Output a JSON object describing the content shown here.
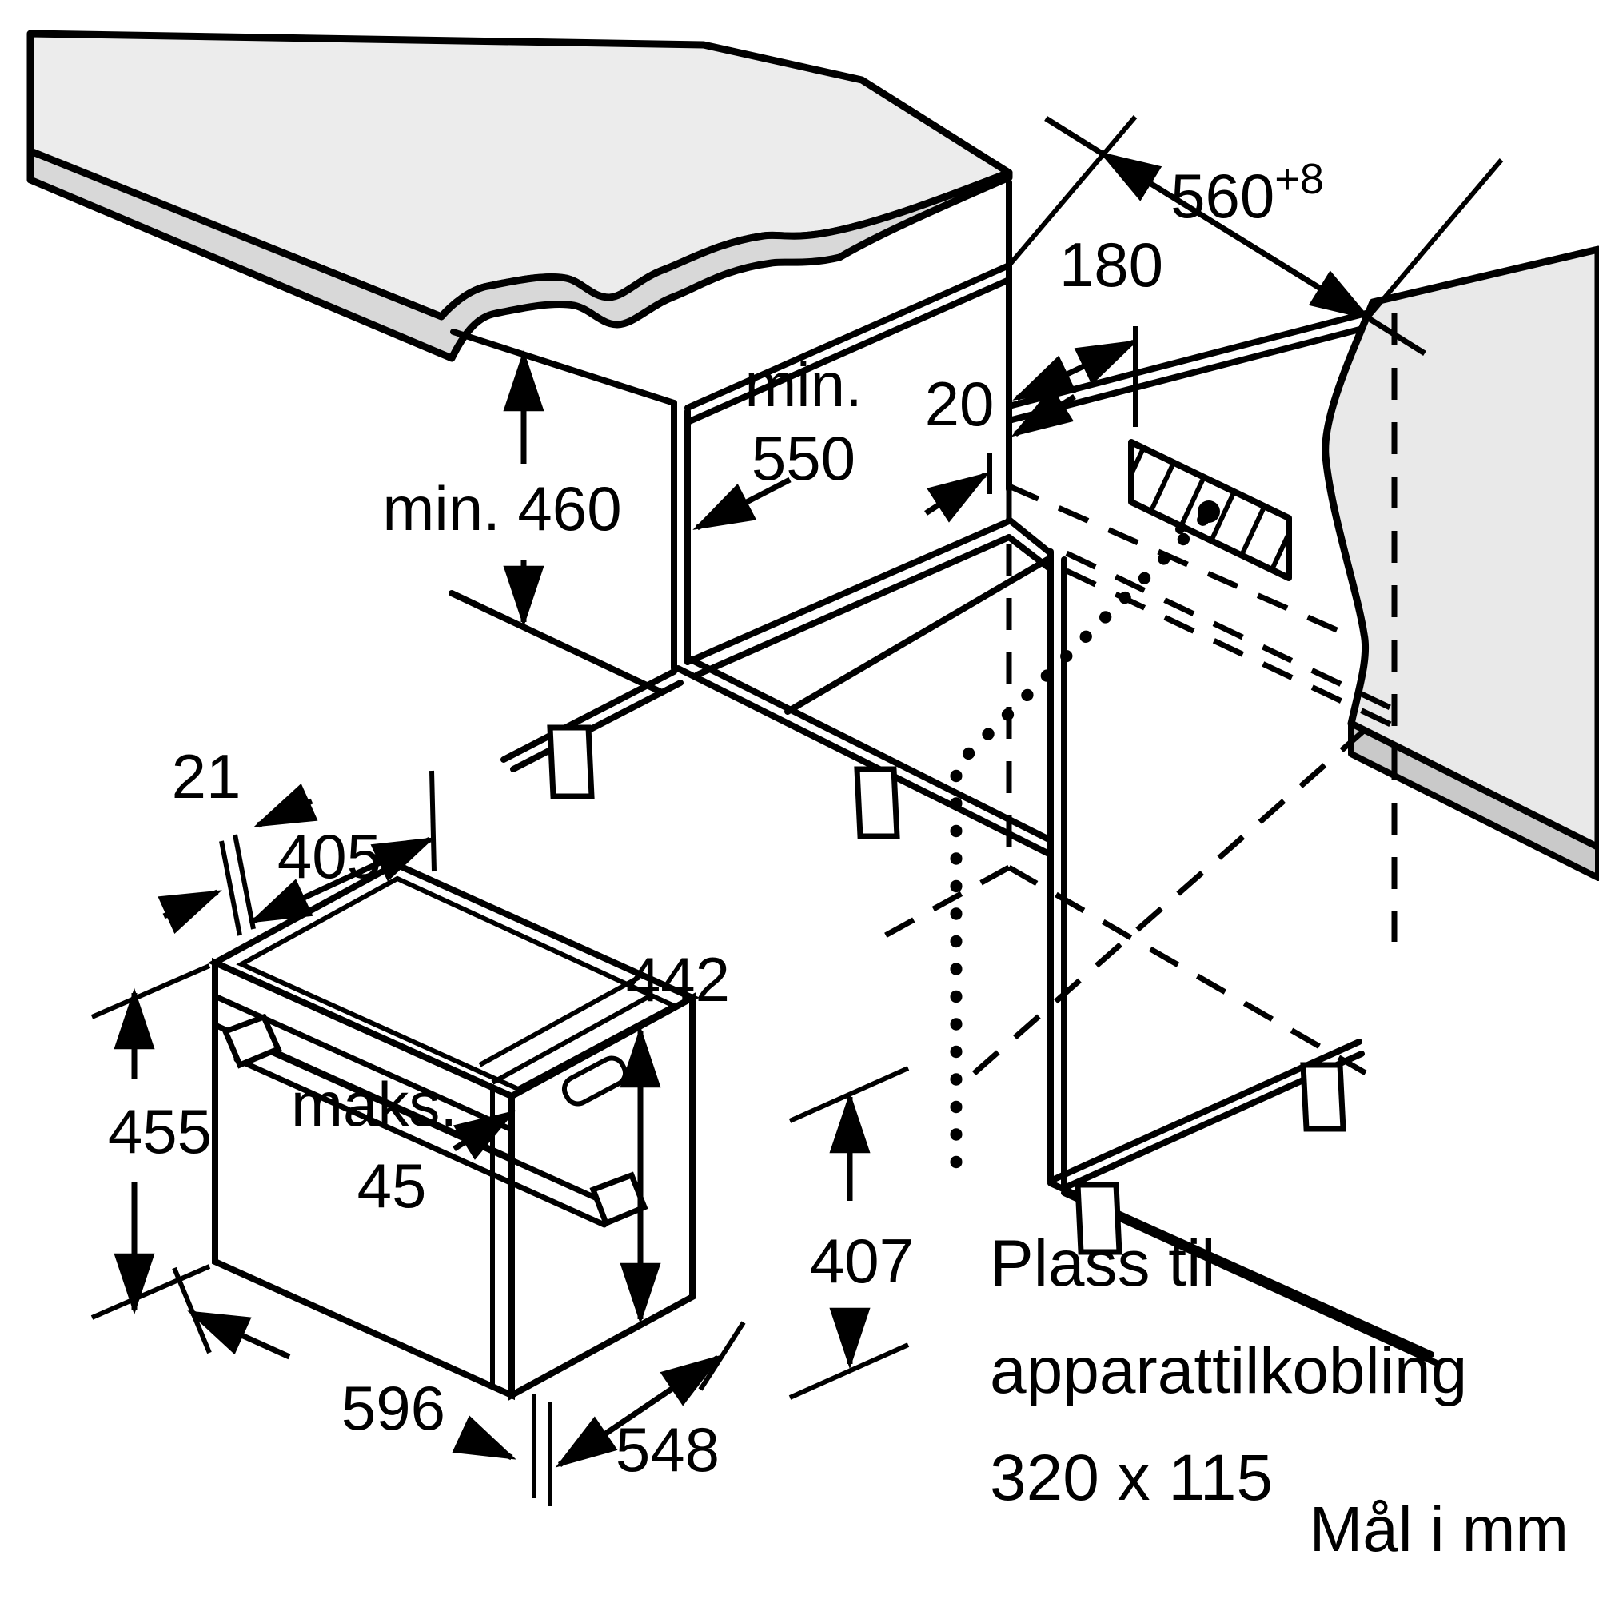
{
  "diagram": {
    "footer": "Mål i mm",
    "note": {
      "line1": "Plass til",
      "line2": "apparattilkobling",
      "line3": "320 x 115"
    },
    "dims": {
      "niche_width": "560",
      "niche_width_tol": "+8",
      "vent_offset": "180",
      "rear_gap": "20",
      "min_depth_line1": "min.",
      "min_depth_line2": "550",
      "min_height": "min. 460",
      "top_setback": "21",
      "top_depth": "405",
      "front_height": "455",
      "carcass_height": "442",
      "right_height": "407",
      "door_label": "maks.",
      "door_value": "45",
      "width": "596",
      "depth": "548"
    },
    "colors": {
      "line": "#000000",
      "countertop": "#ececec",
      "countertop_edge": "#d8d8d8",
      "wall": "#e9e9e9",
      "wall_edge": "#c9c9c9",
      "background": "#ffffff"
    }
  }
}
